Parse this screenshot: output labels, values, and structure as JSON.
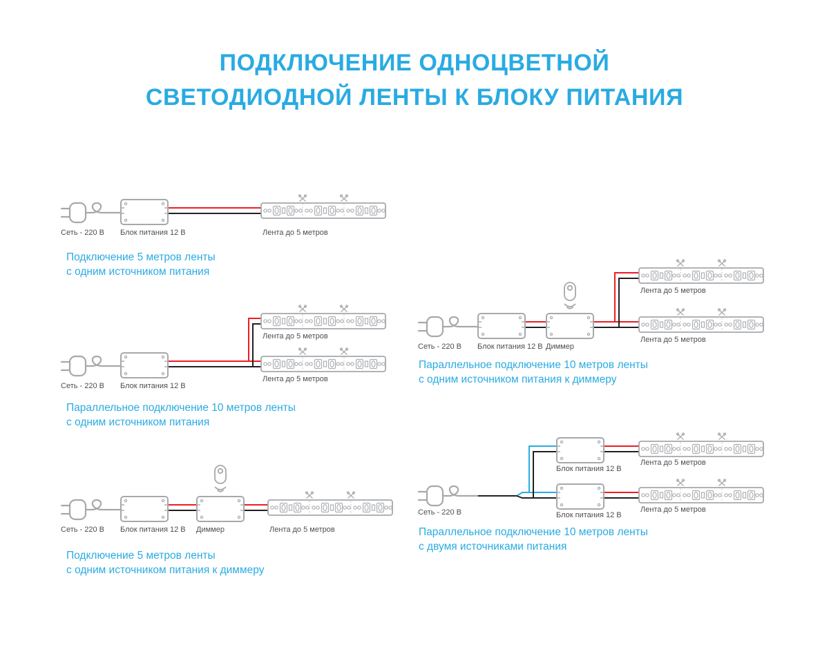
{
  "title": {
    "line1": "ПОДКЛЮЧЕНИЕ ОДНОЦВЕТНОЙ",
    "line2": "СВЕТОДИОДНОЙ ЛЕНТЫ К БЛОКУ ПИТАНИЯ"
  },
  "labels": {
    "mains": "Сеть - 220 В",
    "psu": "Блок питания 12 В",
    "dimmer": "Диммер",
    "strip": "Лента до 5 метров"
  },
  "diagrams": {
    "d1": {
      "caption1": "Подключение 5 метров ленты",
      "caption2": "с одним источником питания"
    },
    "d2": {
      "caption1": "Параллельное подключение 10 метров ленты",
      "caption2": "с одним источником питания"
    },
    "d3": {
      "caption1": "Подключение 5 метров ленты",
      "caption2": "с одним источником питания к диммеру"
    },
    "d4": {
      "caption1": "Параллельное подключение 10 метров ленты",
      "caption2": "с одним источником питания к диммеру"
    },
    "d5": {
      "caption1": "Параллельное подключение 10 метров ленты",
      "caption2": "с двумя источниками питания"
    }
  },
  "colors": {
    "accent_blue": "#29abe2",
    "label_gray": "#4d4d4f",
    "outline_gray": "#a6a8ab",
    "wire_red": "#ed1c24",
    "wire_black": "#231f20",
    "wire_blue": "#29abe2"
  }
}
